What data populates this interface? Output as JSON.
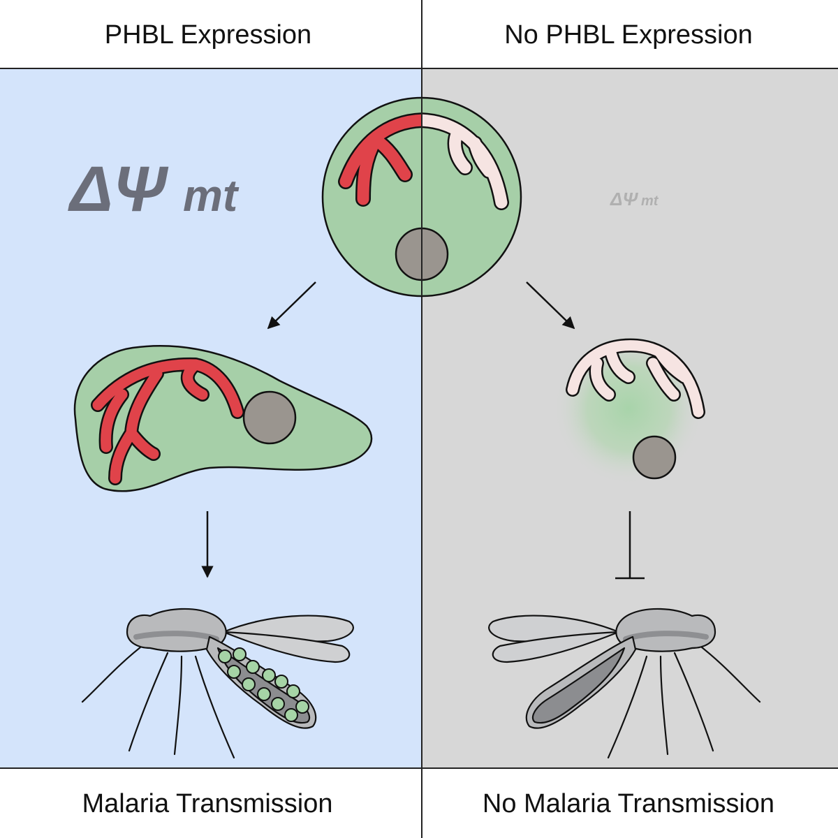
{
  "headers": {
    "left": "PHBL Expression",
    "right": "No PHBL Expression"
  },
  "footers": {
    "left": "Malaria Transmission",
    "right": "No Malaria Transmission"
  },
  "labels": {
    "delta_psi": "ΔΨ",
    "delta_psi_sub": "mt"
  },
  "colors": {
    "left_panel_bg": "#d4e4fb",
    "right_panel_bg": "#d7d7d7",
    "cell_green": "#a6cfa8",
    "mito_active": "#e0434a",
    "mito_inactive": "#f6e4e2",
    "nucleus": "#9a958f",
    "mosquito_body": "#b9babc",
    "oocyst": "#a6d4a6"
  }
}
